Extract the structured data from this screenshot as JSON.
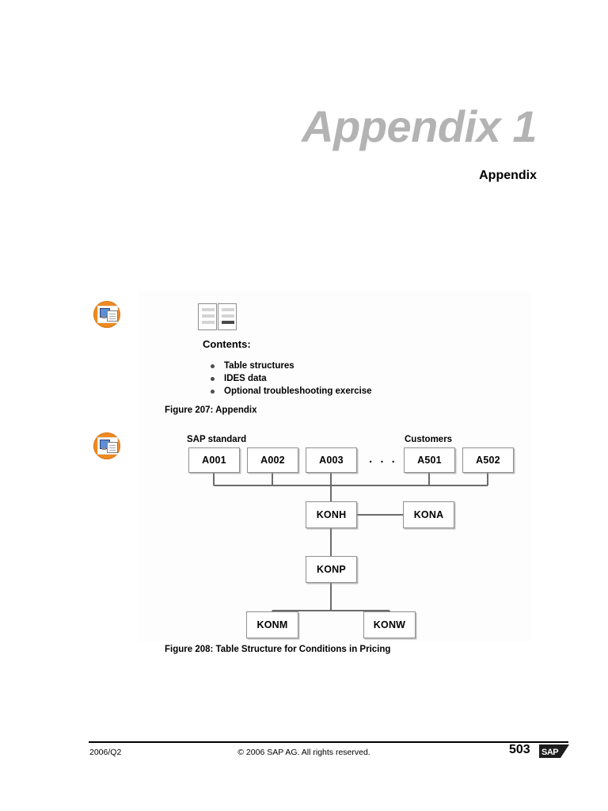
{
  "document": {
    "title_main": "Appendix 1",
    "title_sub": "Appendix"
  },
  "contents": {
    "icon_book": "open-book-icon",
    "icon_marker": "sap-demo-icon",
    "heading": "Contents:",
    "items": [
      "Table structures",
      "IDES data",
      "Optional troubleshooting exercise"
    ]
  },
  "figures": [
    {
      "caption": "Figure 207:  Appendix"
    },
    {
      "caption": "Figure 208:  Table Structure for Conditions in Pricing"
    }
  ],
  "diagram": {
    "group_labels": {
      "left": "SAP standard",
      "right": "Customers"
    },
    "ellipsis": ". . .",
    "top_row": [
      "A001",
      "A002",
      "A003",
      "A501",
      "A502"
    ],
    "nodes": {
      "konh": "KONH",
      "kona": "KONA",
      "konp": "KONP",
      "konm": "KONM",
      "konw": "KONW"
    }
  },
  "footer": {
    "left": "2006/Q2",
    "center": "© 2006 SAP AG. All rights reserved.",
    "page_number": "503",
    "logo_text": "SAP"
  },
  "colors": {
    "title_gray": "#b3b3b3",
    "accent_orange": "#ef8a21",
    "node_border": "#8f8f8f",
    "connector": "#6b6b6b"
  }
}
